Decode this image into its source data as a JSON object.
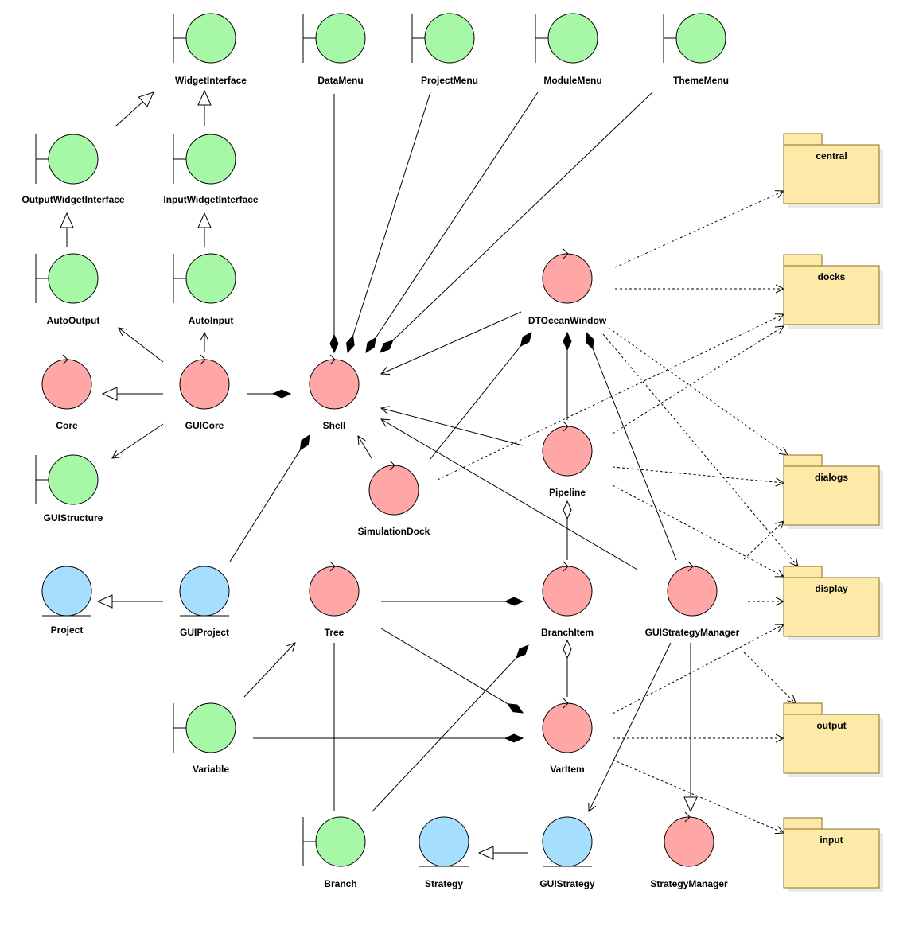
{
  "colors": {
    "boundary": "#a6f7a6",
    "control": "#ffa7a7",
    "entity": "#a6deff",
    "package": "#fdeaa8",
    "package_border": "#8a6d20",
    "stroke": "#000000"
  },
  "nodes": [
    {
      "id": "WidgetInterface",
      "label": "WidgetInterface",
      "kind": "boundary"
    },
    {
      "id": "DataMenu",
      "label": "DataMenu",
      "kind": "boundary"
    },
    {
      "id": "ProjectMenu",
      "label": "ProjectMenu",
      "kind": "boundary"
    },
    {
      "id": "ModuleMenu",
      "label": "ModuleMenu",
      "kind": "boundary"
    },
    {
      "id": "ThemeMenu",
      "label": "ThemeMenu",
      "kind": "boundary"
    },
    {
      "id": "OutputWidgetInterface",
      "label": "OutputWidgetInterface",
      "kind": "boundary"
    },
    {
      "id": "InputWidgetInterface",
      "label": "InputWidgetInterface",
      "kind": "boundary"
    },
    {
      "id": "AutoOutput",
      "label": "AutoOutput",
      "kind": "boundary"
    },
    {
      "id": "AutoInput",
      "label": "AutoInput",
      "kind": "boundary"
    },
    {
      "id": "Core",
      "label": "Core",
      "kind": "control"
    },
    {
      "id": "GUICore",
      "label": "GUICore",
      "kind": "control"
    },
    {
      "id": "Shell",
      "label": "Shell",
      "kind": "control"
    },
    {
      "id": "GUIStructure",
      "label": "GUIStructure",
      "kind": "boundary"
    },
    {
      "id": "SimulationDock",
      "label": "SimulationDock",
      "kind": "control"
    },
    {
      "id": "DTOceanWindow",
      "label": "DTOceanWindow",
      "kind": "control"
    },
    {
      "id": "Pipeline",
      "label": "Pipeline",
      "kind": "control"
    },
    {
      "id": "Project",
      "label": "Project",
      "kind": "entity"
    },
    {
      "id": "GUIProject",
      "label": "GUIProject",
      "kind": "entity"
    },
    {
      "id": "Tree",
      "label": "Tree",
      "kind": "control"
    },
    {
      "id": "BranchItem",
      "label": "BranchItem",
      "kind": "control"
    },
    {
      "id": "GUIStrategyManager",
      "label": "GUIStrategyManager",
      "kind": "control"
    },
    {
      "id": "Variable",
      "label": "Variable",
      "kind": "boundary"
    },
    {
      "id": "VarItem",
      "label": "VarItem",
      "kind": "control"
    },
    {
      "id": "Branch",
      "label": "Branch",
      "kind": "boundary"
    },
    {
      "id": "Strategy",
      "label": "Strategy",
      "kind": "entity"
    },
    {
      "id": "GUIStrategy",
      "label": "GUIStrategy",
      "kind": "entity"
    },
    {
      "id": "StrategyManager",
      "label": "StrategyManager",
      "kind": "control"
    }
  ],
  "packages": [
    {
      "id": "central",
      "label": "central"
    },
    {
      "id": "docks",
      "label": "docks"
    },
    {
      "id": "dialogs",
      "label": "dialogs"
    },
    {
      "id": "display",
      "label": "display"
    },
    {
      "id": "output",
      "label": "output"
    },
    {
      "id": "input",
      "label": "input"
    }
  ],
  "edges": [
    {
      "from": "OutputWidgetInterface",
      "to": "WidgetInterface",
      "type": "generalization"
    },
    {
      "from": "InputWidgetInterface",
      "to": "WidgetInterface",
      "type": "generalization"
    },
    {
      "from": "AutoOutput",
      "to": "OutputWidgetInterface",
      "type": "generalization"
    },
    {
      "from": "AutoInput",
      "to": "InputWidgetInterface",
      "type": "generalization"
    },
    {
      "from": "GUICore",
      "to": "AutoOutput",
      "type": "association"
    },
    {
      "from": "GUICore",
      "to": "AutoInput",
      "type": "association"
    },
    {
      "from": "GUICore",
      "to": "Core",
      "type": "generalization"
    },
    {
      "from": "GUICore",
      "to": "GUIStructure",
      "type": "association"
    },
    {
      "from": "GUICore",
      "to": "Shell",
      "type": "composition"
    },
    {
      "from": "DataMenu",
      "to": "Shell",
      "type": "composition"
    },
    {
      "from": "ProjectMenu",
      "to": "Shell",
      "type": "composition"
    },
    {
      "from": "ModuleMenu",
      "to": "Shell",
      "type": "composition"
    },
    {
      "from": "ThemeMenu",
      "to": "Shell",
      "type": "composition"
    },
    {
      "from": "DTOceanWindow",
      "to": "Shell",
      "type": "association"
    },
    {
      "from": "Pipeline",
      "to": "Shell",
      "type": "association"
    },
    {
      "from": "SimulationDock",
      "to": "Shell",
      "type": "association"
    },
    {
      "from": "GUIStrategyManager",
      "to": "Shell",
      "type": "association"
    },
    {
      "from": "GUIProject",
      "to": "Shell",
      "type": "composition"
    },
    {
      "from": "SimulationDock",
      "to": "DTOceanWindow",
      "type": "composition"
    },
    {
      "from": "Pipeline",
      "to": "DTOceanWindow",
      "type": "composition"
    },
    {
      "from": "GUIStrategyManager",
      "to": "DTOceanWindow",
      "type": "composition"
    },
    {
      "from": "BranchItem",
      "to": "Pipeline",
      "type": "aggregation"
    },
    {
      "from": "VarItem",
      "to": "BranchItem",
      "type": "aggregation"
    },
    {
      "from": "GUIProject",
      "to": "Project",
      "type": "generalization"
    },
    {
      "from": "Tree",
      "to": "BranchItem",
      "type": "composition"
    },
    {
      "from": "Tree",
      "to": "VarItem",
      "type": "composition"
    },
    {
      "from": "Variable",
      "to": "Tree",
      "type": "association"
    },
    {
      "from": "Variable",
      "to": "VarItem",
      "type": "composition"
    },
    {
      "from": "Branch",
      "to": "Tree",
      "type": "link"
    },
    {
      "from": "Branch",
      "to": "BranchItem",
      "type": "composition"
    },
    {
      "from": "GUIStrategy",
      "to": "Strategy",
      "type": "generalization"
    },
    {
      "from": "GUIStrategyManager",
      "to": "GUIStrategy",
      "type": "association"
    },
    {
      "from": "GUIStrategyManager",
      "to": "StrategyManager",
      "type": "generalization"
    },
    {
      "from": "DTOceanWindow",
      "to": "central",
      "type": "dependency"
    },
    {
      "from": "DTOceanWindow",
      "to": "docks",
      "type": "dependency"
    },
    {
      "from": "DTOceanWindow",
      "to": "dialogs",
      "type": "dependency"
    },
    {
      "from": "DTOceanWindow",
      "to": "display",
      "type": "dependency"
    },
    {
      "from": "SimulationDock",
      "to": "docks",
      "type": "dependency"
    },
    {
      "from": "Pipeline",
      "to": "docks",
      "type": "dependency"
    },
    {
      "from": "Pipeline",
      "to": "dialogs",
      "type": "dependency"
    },
    {
      "from": "Pipeline",
      "to": "display",
      "type": "dependency"
    },
    {
      "from": "GUIStrategyManager",
      "to": "dialogs",
      "type": "dependency"
    },
    {
      "from": "GUIStrategyManager",
      "to": "display",
      "type": "dependency"
    },
    {
      "from": "GUIStrategyManager",
      "to": "output",
      "type": "dependency"
    },
    {
      "from": "VarItem",
      "to": "display",
      "type": "dependency"
    },
    {
      "from": "VarItem",
      "to": "output",
      "type": "dependency"
    },
    {
      "from": "VarItem",
      "to": "input",
      "type": "dependency"
    }
  ]
}
